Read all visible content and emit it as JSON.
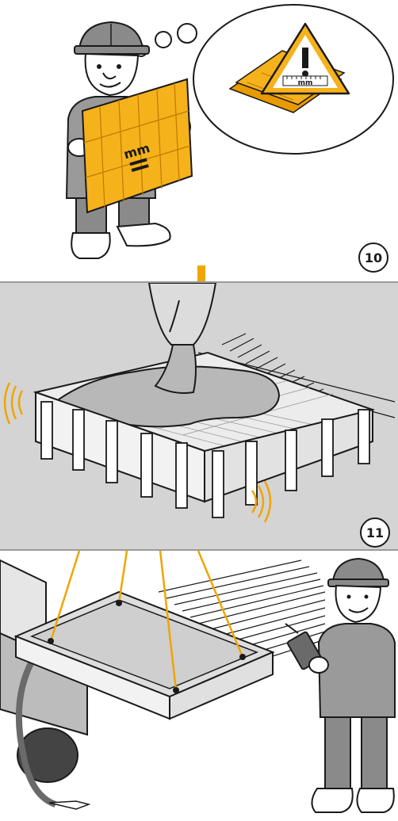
{
  "steps": [
    {
      "number": "10"
    },
    {
      "number": "11"
    }
  ],
  "drawing_label": "mm",
  "sign_label": "mm",
  "colors": {
    "accent": "#f0a500",
    "panel_bg": "#d4d4d4",
    "outline": "#1a1a1a"
  }
}
